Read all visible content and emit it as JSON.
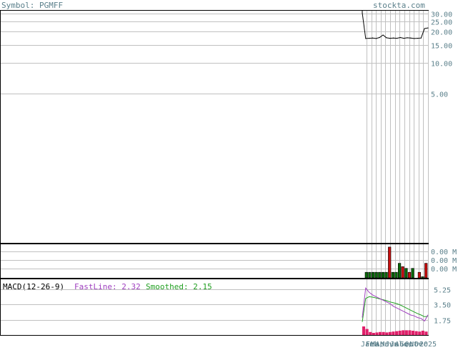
{
  "header": {
    "symbol_label": "Symbol: PGMFF",
    "site_label": "stockta.com"
  },
  "colors": {
    "text": "#5a7f8a",
    "frame": "#000000",
    "grid": "#c0c0c0",
    "up_bar": "#0a6a0a",
    "down_bar": "#cc1111",
    "fast_line": "#a040c0",
    "smoothed_line": "#22a022",
    "histogram": "#e0206a"
  },
  "macd_legend": {
    "title": "MACD(12-26-9)",
    "fast_label": "FastLine: 2.32",
    "smoothed_label": "Smoothed: 2.15"
  },
  "chart_data": [
    {
      "type": "line",
      "name": "price",
      "scale": "log",
      "y_ticks": [
        "30.00",
        "25.00",
        "20.00",
        "15.00",
        "10.00",
        "5.00"
      ],
      "y_tick_values": [
        30,
        25,
        20,
        15,
        10,
        5
      ],
      "ylim": [
        0.18,
        32
      ],
      "values": [
        30.5,
        17.2,
        17.3,
        17.4,
        17.2,
        17.6,
        18.6,
        17.5,
        17.3,
        17.4,
        17.3,
        17.6,
        17.3,
        17.5,
        17.4,
        17.2,
        17.3,
        17.4,
        21.5,
        21.8
      ],
      "grid": true
    },
    {
      "type": "bar",
      "name": "volume",
      "y_ticks": [
        "0.00 M",
        "0.00 M",
        "0.00 M"
      ],
      "values": [
        1,
        1,
        1,
        1,
        1,
        1,
        1,
        5.5,
        1,
        1,
        2.6,
        2.0,
        1.7,
        1.0,
        1.7,
        0,
        1.0,
        0.2,
        2.6
      ],
      "up": [
        true,
        true,
        true,
        true,
        true,
        true,
        true,
        false,
        true,
        true,
        true,
        false,
        true,
        false,
        true,
        true,
        false,
        true,
        false
      ],
      "ylim": [
        0,
        6
      ]
    },
    {
      "type": "line",
      "name": "macd",
      "y_ticks": [
        "5.25",
        "3.50",
        "1.75"
      ],
      "y_tick_values": [
        5.25,
        3.5,
        1.75
      ],
      "ylim": [
        0.0,
        6.4
      ],
      "fast": [
        2.0,
        5.4,
        4.9,
        4.6,
        4.4,
        4.2,
        4.0,
        3.8,
        3.6,
        3.3,
        3.1,
        2.9,
        2.7,
        2.5,
        2.3,
        2.2,
        2.0,
        1.9,
        1.6,
        2.32
      ],
      "smoothed": [
        1.5,
        4.2,
        4.4,
        4.35,
        4.25,
        4.15,
        4.05,
        3.95,
        3.8,
        3.7,
        3.6,
        3.45,
        3.25,
        3.05,
        2.85,
        2.65,
        2.45,
        2.3,
        2.1,
        2.15
      ],
      "histogram": [
        1.0,
        0.7,
        0.35,
        0.25,
        0.3,
        0.35,
        0.35,
        0.3,
        0.35,
        0.4,
        0.45,
        0.5,
        0.55,
        0.55,
        0.55,
        0.5,
        0.45,
        0.4,
        0.5,
        0.4
      ],
      "grid": true
    }
  ],
  "x_axis": {
    "labels": [
      "Jan",
      "Feb",
      "Mar",
      "Apr",
      "May",
      "Jun",
      "Jul",
      "Aug",
      "Sep",
      "Oct",
      "Nov",
      "Dec",
      "2025"
    ],
    "combined_label_text": "JanFebMarAprMayJunJulAugSepOctNovDec2025"
  }
}
